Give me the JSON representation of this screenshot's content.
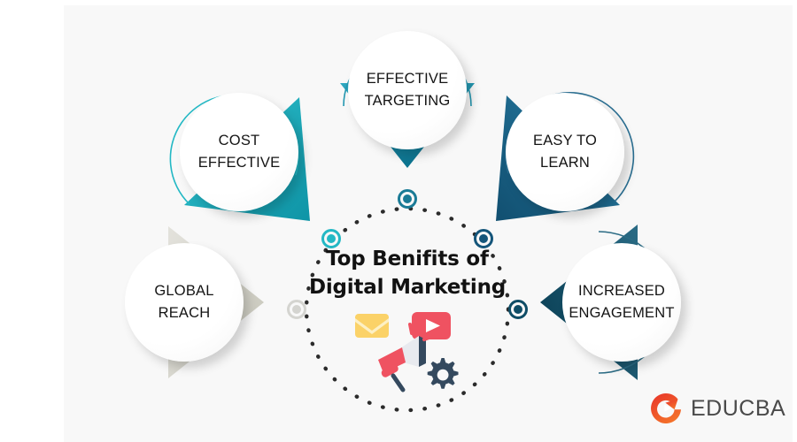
{
  "diagram": {
    "type": "radial-hub-and-spoke",
    "background_color": "#f8f8f8",
    "page_color": "#ffffff",
    "center": {
      "title_line1": "Top Benifits of",
      "title_line2": "Digital Marketing",
      "title_color": "#121212",
      "ring_style": "dotted-circle",
      "ring_dot_color": "#2b2b2b",
      "icons": [
        {
          "name": "envelope-icon",
          "label": "Email",
          "color": "#f9c851"
        },
        {
          "name": "video-play-icon",
          "label": "Video",
          "color": "#ef5261"
        },
        {
          "name": "megaphone-icon",
          "label": "Promotion",
          "color": "#ef5261"
        },
        {
          "name": "gear-icon",
          "label": "Settings",
          "color": "#34495e"
        }
      ]
    },
    "markers": [
      {
        "name": "ring-marker-top",
        "color": "#1a7b96",
        "angle_deg": 270
      },
      {
        "name": "ring-marker-left-upper",
        "color": "#23b8c4",
        "angle_deg": 215
      },
      {
        "name": "ring-marker-right-upper",
        "color": "#14557a",
        "angle_deg": 325
      },
      {
        "name": "ring-marker-left",
        "color": "#d4d4d0",
        "angle_deg": 180
      },
      {
        "name": "ring-marker-right",
        "color": "#0f4d66",
        "angle_deg": 0
      }
    ],
    "nodes": [
      {
        "id": "cost-effective",
        "label_line1": "COST",
        "label_line2": "EFFECTIVE",
        "accent_color": "#1aa8b8",
        "arc_color": "#23b8c4",
        "pointer_direction": "down-right"
      },
      {
        "id": "effective-targeting",
        "label_line1": "EFFECTIVE",
        "label_line2": "TARGETING",
        "accent_color": "#1684a0",
        "arc_color": "#2497b0",
        "pointer_direction": "down"
      },
      {
        "id": "easy-to-learn",
        "label_line1": "EASY TO",
        "label_line2": "LEARN",
        "accent_color": "#19597d",
        "arc_color": "#2a6f92",
        "pointer_direction": "down-left"
      },
      {
        "id": "global-reach",
        "label_line1": "GLOBAL",
        "label_line2": "REACH",
        "accent_color": "#d9d8d1",
        "arc_color": "#cfcec6",
        "pointer_direction": "right"
      },
      {
        "id": "increased-engagement",
        "label_line1": "INCREASED",
        "label_line2": "ENGAGEMENT",
        "accent_color": "#0f4d66",
        "arc_color": "#2b6b84",
        "pointer_direction": "left"
      }
    ]
  },
  "branding": {
    "wordmark": "EDUCBA",
    "wordmark_color": "#4a4a4a",
    "mark_color_start": "#e8332a",
    "mark_color_end": "#f4712a",
    "mark_name": "educba-e-logo"
  }
}
